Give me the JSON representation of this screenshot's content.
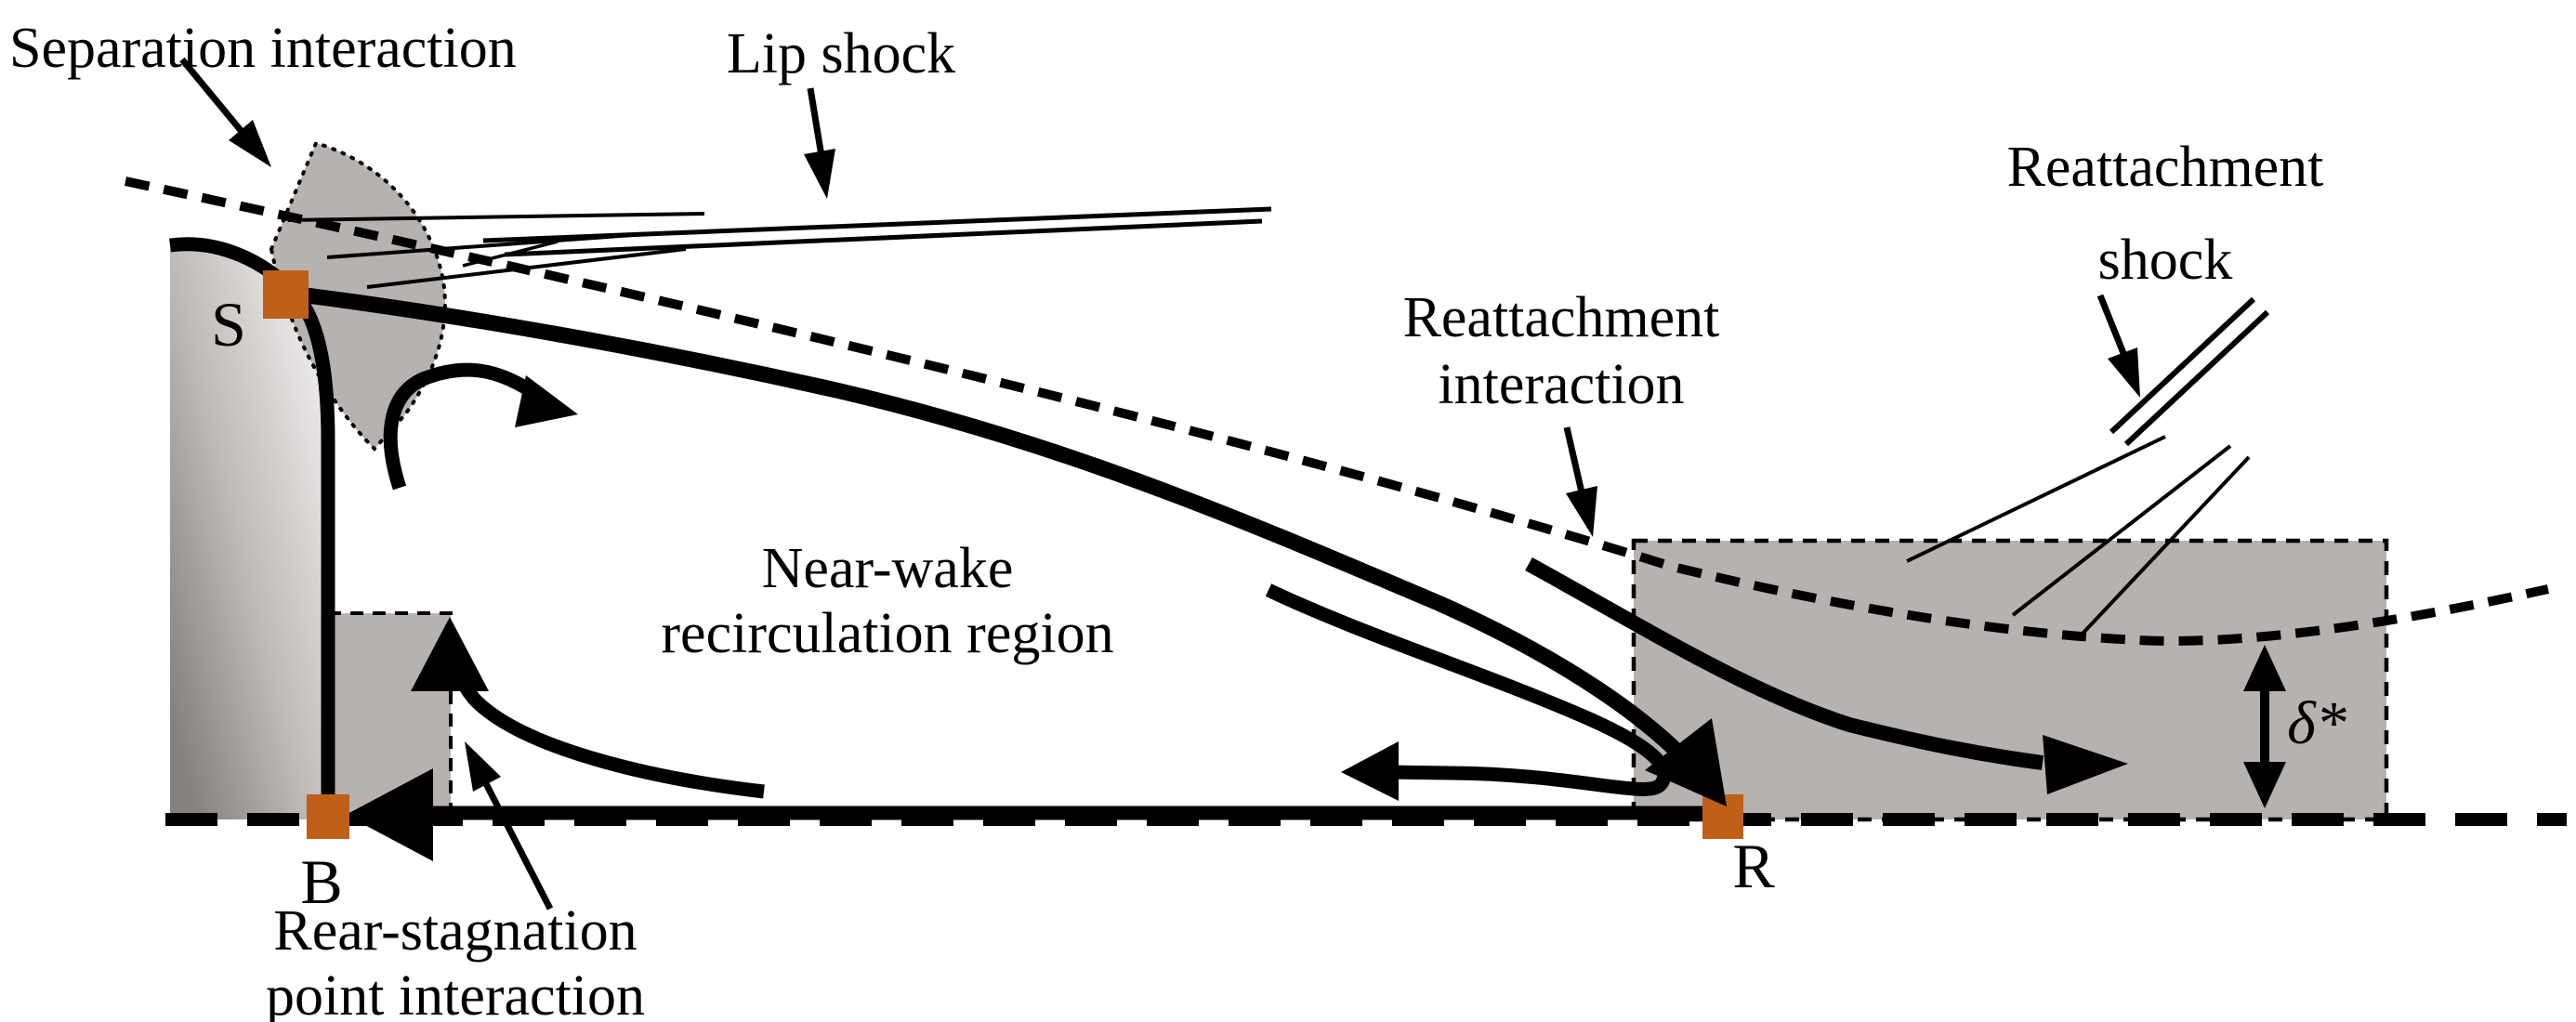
{
  "figure": {
    "type": "flow-diagram",
    "subject": "Supersonic base-flow / near-wake interaction schematic"
  },
  "labels": {
    "separation_interaction": "Separation interaction",
    "lip_shock": "Lip shock",
    "reattachment_shock": {
      "line1": "Reattachment",
      "line2": "shock"
    },
    "reattachment_interaction": {
      "line1": "Reattachment",
      "line2": "interaction"
    },
    "near_wake": {
      "line1": "Near-wake",
      "line2": "recirculation region"
    },
    "rear_stagnation": {
      "line1": "Rear-stagnation",
      "line2": "point interaction"
    },
    "point_s": "S",
    "point_b": "B",
    "point_r": "R",
    "delta_star": "δ*"
  },
  "colors": {
    "ink": "#000000",
    "marker_orange": "#C05F17",
    "region_gray": "#B5B2AF",
    "body_light": "#EFEDEC",
    "body_dark": "#858280",
    "background": "#FFFFFF"
  }
}
